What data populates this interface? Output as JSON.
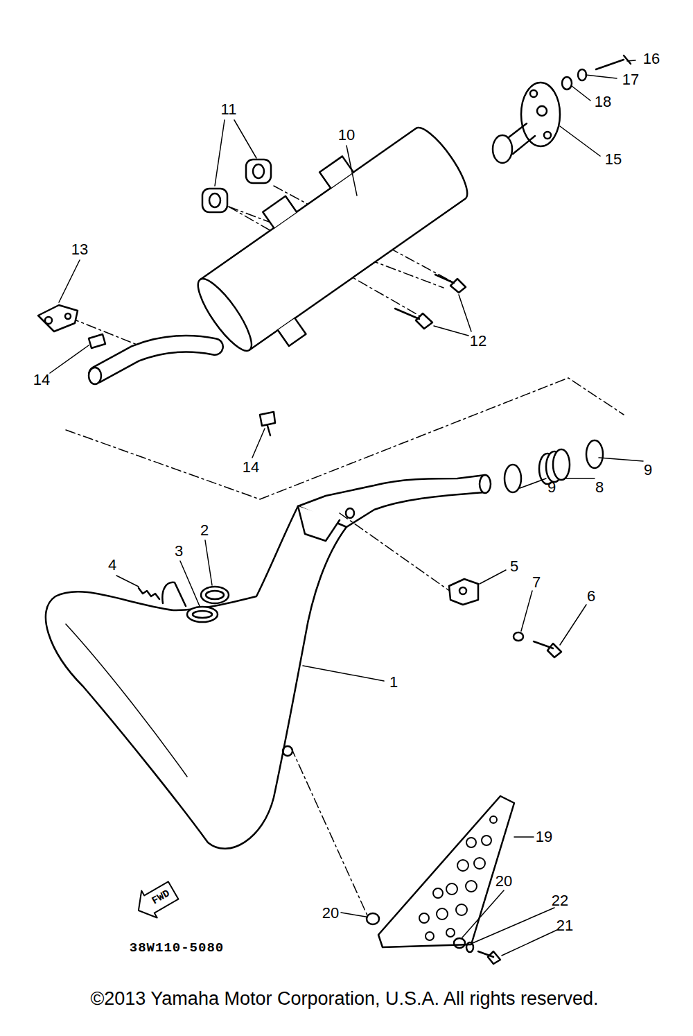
{
  "diagram": {
    "nodes": [
      {
        "text": [
          "FWD"
        ]
      }
    ],
    "labels": [
      "16",
      "17",
      "18",
      "11",
      "10",
      "15",
      "13",
      "12",
      "14",
      "14",
      "9",
      "8",
      "9",
      "2",
      "3",
      "4",
      "5",
      "7",
      "6",
      "1",
      "19",
      "20",
      "22",
      "21",
      "20",
      "38W110-5080",
      "©2013 Yamaha Motor Corporation, U.S.A. All rights reserved."
    ]
  }
}
